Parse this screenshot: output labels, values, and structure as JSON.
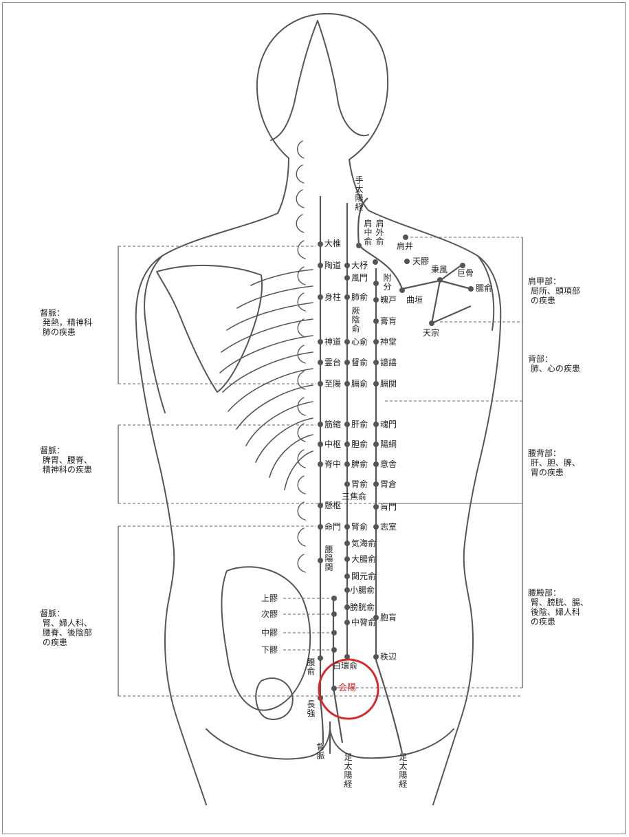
{
  "colors": {
    "line": "#555555",
    "highlight": "#d42a2a"
  },
  "meridians": {
    "gv": "督脈",
    "si": "手太陽経",
    "bl_inner": "足太陽経",
    "bl_outer": "足太陽経"
  },
  "points": {
    "daizhui": "大椎",
    "taodao": "陶道",
    "shenzhu": "身柱",
    "shendao": "神道",
    "lingtai": "霊台",
    "zhiyang": "至陽",
    "jinsuo": "筋縮",
    "zhongshu": "中枢",
    "jizhong": "脊中",
    "xuanshu": "懸枢",
    "mingmen": "命門",
    "yaoyangguan": "腰陽関",
    "yaoshu": "腰俞",
    "changqiang": "長強",
    "dazhu": "大杼",
    "fengmen": "風門",
    "feishu": "肺俞",
    "jueyinshu": "厥陰俞",
    "xinshu": "心俞",
    "dushu": "督俞",
    "geshu": "膈俞",
    "ganshu": "肝俞",
    "danshu": "胆俞",
    "pishu": "脾俞",
    "weishu": "胃俞",
    "sanjiaoshu": "三焦俞",
    "shenshu": "腎俞",
    "qihaishu": "気海俞",
    "dachangshu": "大腸俞",
    "guanyuanshu": "関元俞",
    "xiaochangshu": "小腸俞",
    "pangguangshu": "膀胱俞",
    "zhonglushu": "中膂俞",
    "baihuanshu": "白環俞",
    "huiyang": "会陽",
    "shangliao": "上髎",
    "ciliao": "次髎",
    "zhongliao": "中髎",
    "xialiao": "下髎",
    "fufen": "附分",
    "pohu": "魄戸",
    "gaohuang": "膏肓",
    "shentang": "神堂",
    "yixi": "譩譆",
    "geguan": "膈関",
    "hunmen": "魂門",
    "yanggang": "陽綱",
    "yishe": "意舎",
    "weicang": "胃倉",
    "huangmen": "肓門",
    "zhishi": "志室",
    "baohuang": "胞肓",
    "zhibian": "秩辺",
    "jianzhongshu": "肩中俞",
    "jianwaishu": "肩外俞",
    "quyuan": "曲垣",
    "jianjing": "肩井",
    "tianliao": "天髎",
    "bingfeng": "秉風",
    "jugu": "巨骨",
    "naoshu": "臑俞",
    "tianzong": "天宗"
  },
  "regions": {
    "left_upper": "督脈：\n 発熱，精神科\n 肺の疾患",
    "left_middle": "督脈：\n 脾胃、腰脊、\n 精神科の疾患",
    "left_lower": "督脈：\n 腎、婦人科、\n 腰脊、後陰部\n の疾患",
    "right_shoulder": "肩甲部：\n 局所、頭項部\n の疾患",
    "right_back": "背部：\n 肺、心の疾患",
    "right_lumbar": "腰背部：\n 肝、胆、脾、\n 胃の疾患",
    "right_sacral": "腰殿部：\n 腎、膀胱、腸、\n 後陰、婦人科\n の疾患"
  }
}
